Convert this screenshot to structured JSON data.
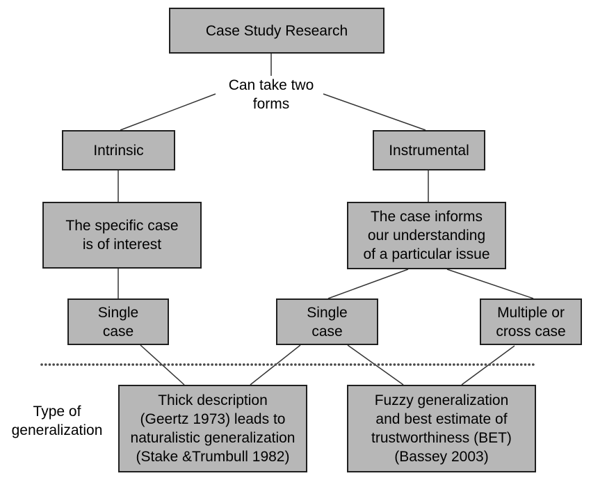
{
  "diagram": {
    "title": "Case Study Research flow diagram",
    "nodes": {
      "root": {
        "label": "Case Study Research"
      },
      "branch_label": {
        "label": "Can take two\nforms"
      },
      "intrinsic": {
        "label": "Intrinsic"
      },
      "instrumental": {
        "label": "Instrumental"
      },
      "specific_case": {
        "label": "The specific case\nis of interest"
      },
      "case_informs": {
        "label": "The case informs\nour understanding\nof a particular issue"
      },
      "single_case_left": {
        "label": "Single\ncase"
      },
      "single_case_mid": {
        "label": "Single\ncase"
      },
      "multiple_case": {
        "label": "Multiple or\ncross case"
      },
      "thick_description": {
        "label": "Thick description\n(Geertz 1973) leads to\nnaturalistic generalization\n(Stake &Trumbull 1982)"
      },
      "fuzzy_generalization": {
        "label": "Fuzzy generalization\nand best estimate of\ntrustworthiness (BET)\n(Bassey 2003)"
      },
      "type_label": {
        "label": "Type of\ngeneralization"
      }
    },
    "colors": {
      "background": "#ffffff",
      "box_fill": "#b7b7b7",
      "box_border": "#1f1f1f",
      "line": "#333333",
      "dotted": "#4a4a4a",
      "text": "#000000"
    }
  }
}
